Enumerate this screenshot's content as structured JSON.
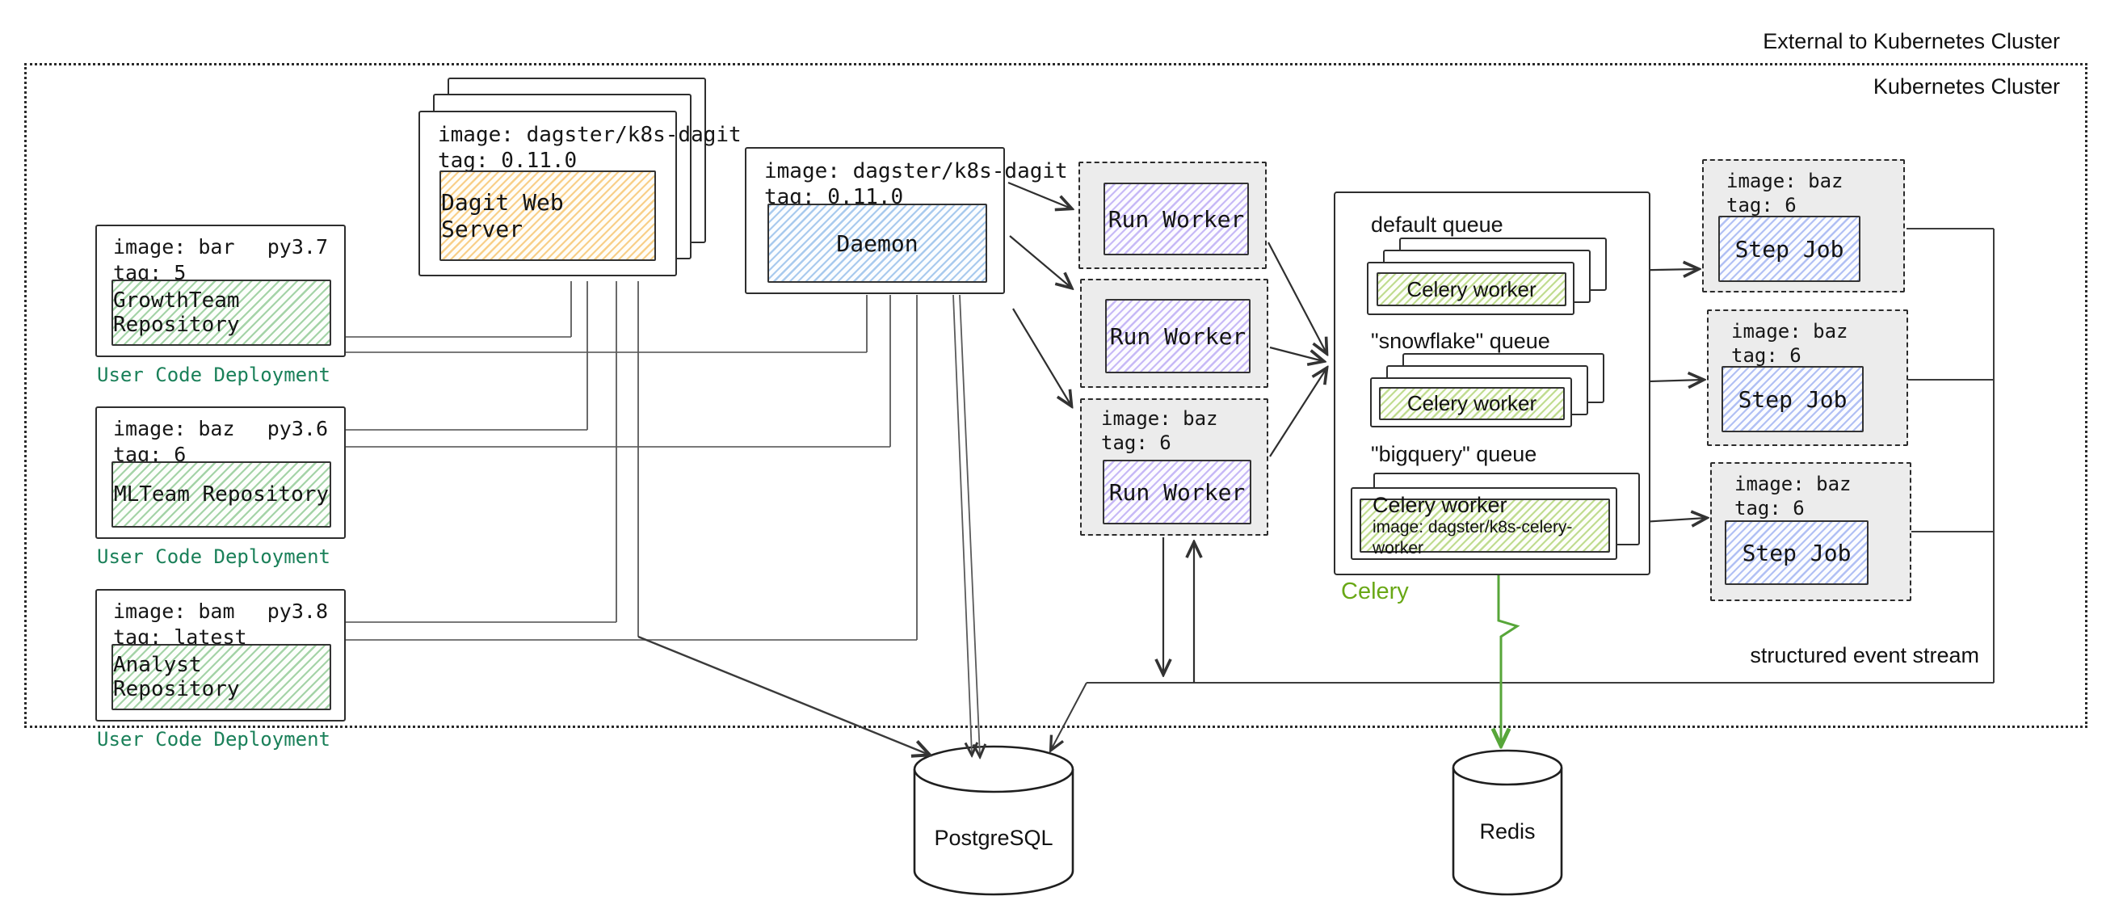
{
  "header": {
    "external_label": "External to Kubernetes Cluster",
    "cluster_label": "Kubernetes Cluster"
  },
  "repos": [
    {
      "image": "image: bar",
      "py": "py3.7",
      "tag": "tag: 5",
      "name": "GrowthTeam Repository",
      "caption": "User Code Deployment"
    },
    {
      "image": "image: baz",
      "py": "py3.6",
      "tag": "tag: 6",
      "name": "MLTeam Repository",
      "caption": "User Code Deployment"
    },
    {
      "image": "image: bam",
      "py": "py3.8",
      "tag": "tag: latest",
      "name": "Analyst Repository",
      "caption": "User Code Deployment"
    }
  ],
  "dagit": {
    "image": "image: dagster/k8s-dagit",
    "tag": "tag: 0.11.0",
    "name": "Dagit Web Server"
  },
  "daemon": {
    "image": "image: dagster/k8s-dagit",
    "tag": "tag: 0.11.0",
    "name": "Daemon"
  },
  "run_workers": [
    {
      "name": "Run Worker"
    },
    {
      "name": "Run Worker"
    },
    {
      "image": "image: baz",
      "tag": "tag: 6",
      "name": "Run Worker"
    }
  ],
  "celery": {
    "label": "Celery",
    "queues": [
      {
        "title": "default queue",
        "worker": "Celery worker"
      },
      {
        "title": "\"snowflake\" queue",
        "worker": "Celery worker"
      },
      {
        "title": "\"bigquery\" queue",
        "worker": "Celery worker",
        "worker_image": "image: dagster/k8s-celery-worker"
      }
    ]
  },
  "step_jobs": [
    {
      "image": "image: baz",
      "tag": "tag: 6",
      "name": "Step Job"
    },
    {
      "image": "image: baz",
      "tag": "tag: 6",
      "name": "Step Job"
    },
    {
      "image": "image: baz",
      "tag": "tag: 6",
      "name": "Step Job"
    }
  ],
  "databases": {
    "postgres": "PostgreSQL",
    "redis": "Redis"
  },
  "annotations": {
    "event_stream": "structured event stream"
  },
  "colors": {
    "repo_green": "#5cb062",
    "caption_green": "#1a8059",
    "celery_label_green": "#69a816",
    "redis_arrow_green": "#57a639",
    "dagit_orange": "#f3b03e",
    "daemon_blue": "#65a0df",
    "worker_purple": "#9278ee",
    "step_blue": "#748feb",
    "line_gray": "#555555"
  }
}
